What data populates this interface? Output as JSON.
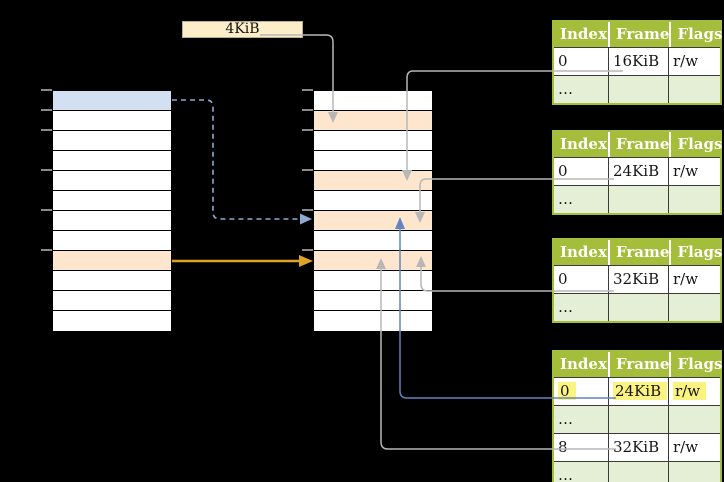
{
  "theme": {
    "bg": "#000000",
    "label_fill": "#FCEEC8",
    "label_border": "#B9B094",
    "row_blue": "#D2E0F2",
    "row_orange": "#FDE6CD",
    "header_green": "#A4BE3B",
    "green_border": "#A3BE3D",
    "row_green": "#E5EFD6",
    "highlight_yellow": "#FBF380",
    "arrow_gray": "#B7B7B7",
    "arrow_blue": "#6384BE",
    "dashed_blue": "#8FA9D3",
    "arrow_orange": "#DFA328",
    "tick_gray": "#8A8A8A"
  },
  "size_label": {
    "text": "4KiB"
  },
  "memory_columns": {
    "left": {
      "row_count": 12,
      "highlights": {
        "0": "blue",
        "8": "orange"
      }
    },
    "middle": {
      "row_count": 12,
      "highlights": {
        "1": "orange",
        "4": "orange",
        "6": "orange",
        "8": "orange"
      }
    }
  },
  "page_tables": {
    "columns": [
      "Index",
      "Frame",
      "Flags"
    ],
    "tables": [
      {
        "rows": [
          {
            "cells": [
              "0",
              "16KiB",
              "r/w"
            ],
            "shade": "white",
            "highlight": false
          },
          {
            "cells": [
              "…",
              "",
              ""
            ],
            "shade": "green",
            "highlight": false
          }
        ]
      },
      {
        "rows": [
          {
            "cells": [
              "0",
              "24KiB",
              "r/w"
            ],
            "shade": "white",
            "highlight": false
          },
          {
            "cells": [
              "…",
              "",
              ""
            ],
            "shade": "green",
            "highlight": false
          }
        ]
      },
      {
        "rows": [
          {
            "cells": [
              "0",
              "32KiB",
              "r/w"
            ],
            "shade": "white",
            "highlight": false
          },
          {
            "cells": [
              "…",
              "",
              ""
            ],
            "shade": "green",
            "highlight": false
          }
        ]
      },
      {
        "rows": [
          {
            "cells": [
              "0",
              "24KiB",
              "r/w"
            ],
            "shade": "white",
            "highlight": true
          },
          {
            "cells": [
              "…",
              "",
              ""
            ],
            "shade": "green",
            "highlight": false
          },
          {
            "cells": [
              "8",
              "32KiB",
              "r/w"
            ],
            "shade": "white",
            "highlight": false
          },
          {
            "cells": [
              "…",
              "",
              ""
            ],
            "shade": "green",
            "highlight": false
          }
        ]
      }
    ]
  }
}
